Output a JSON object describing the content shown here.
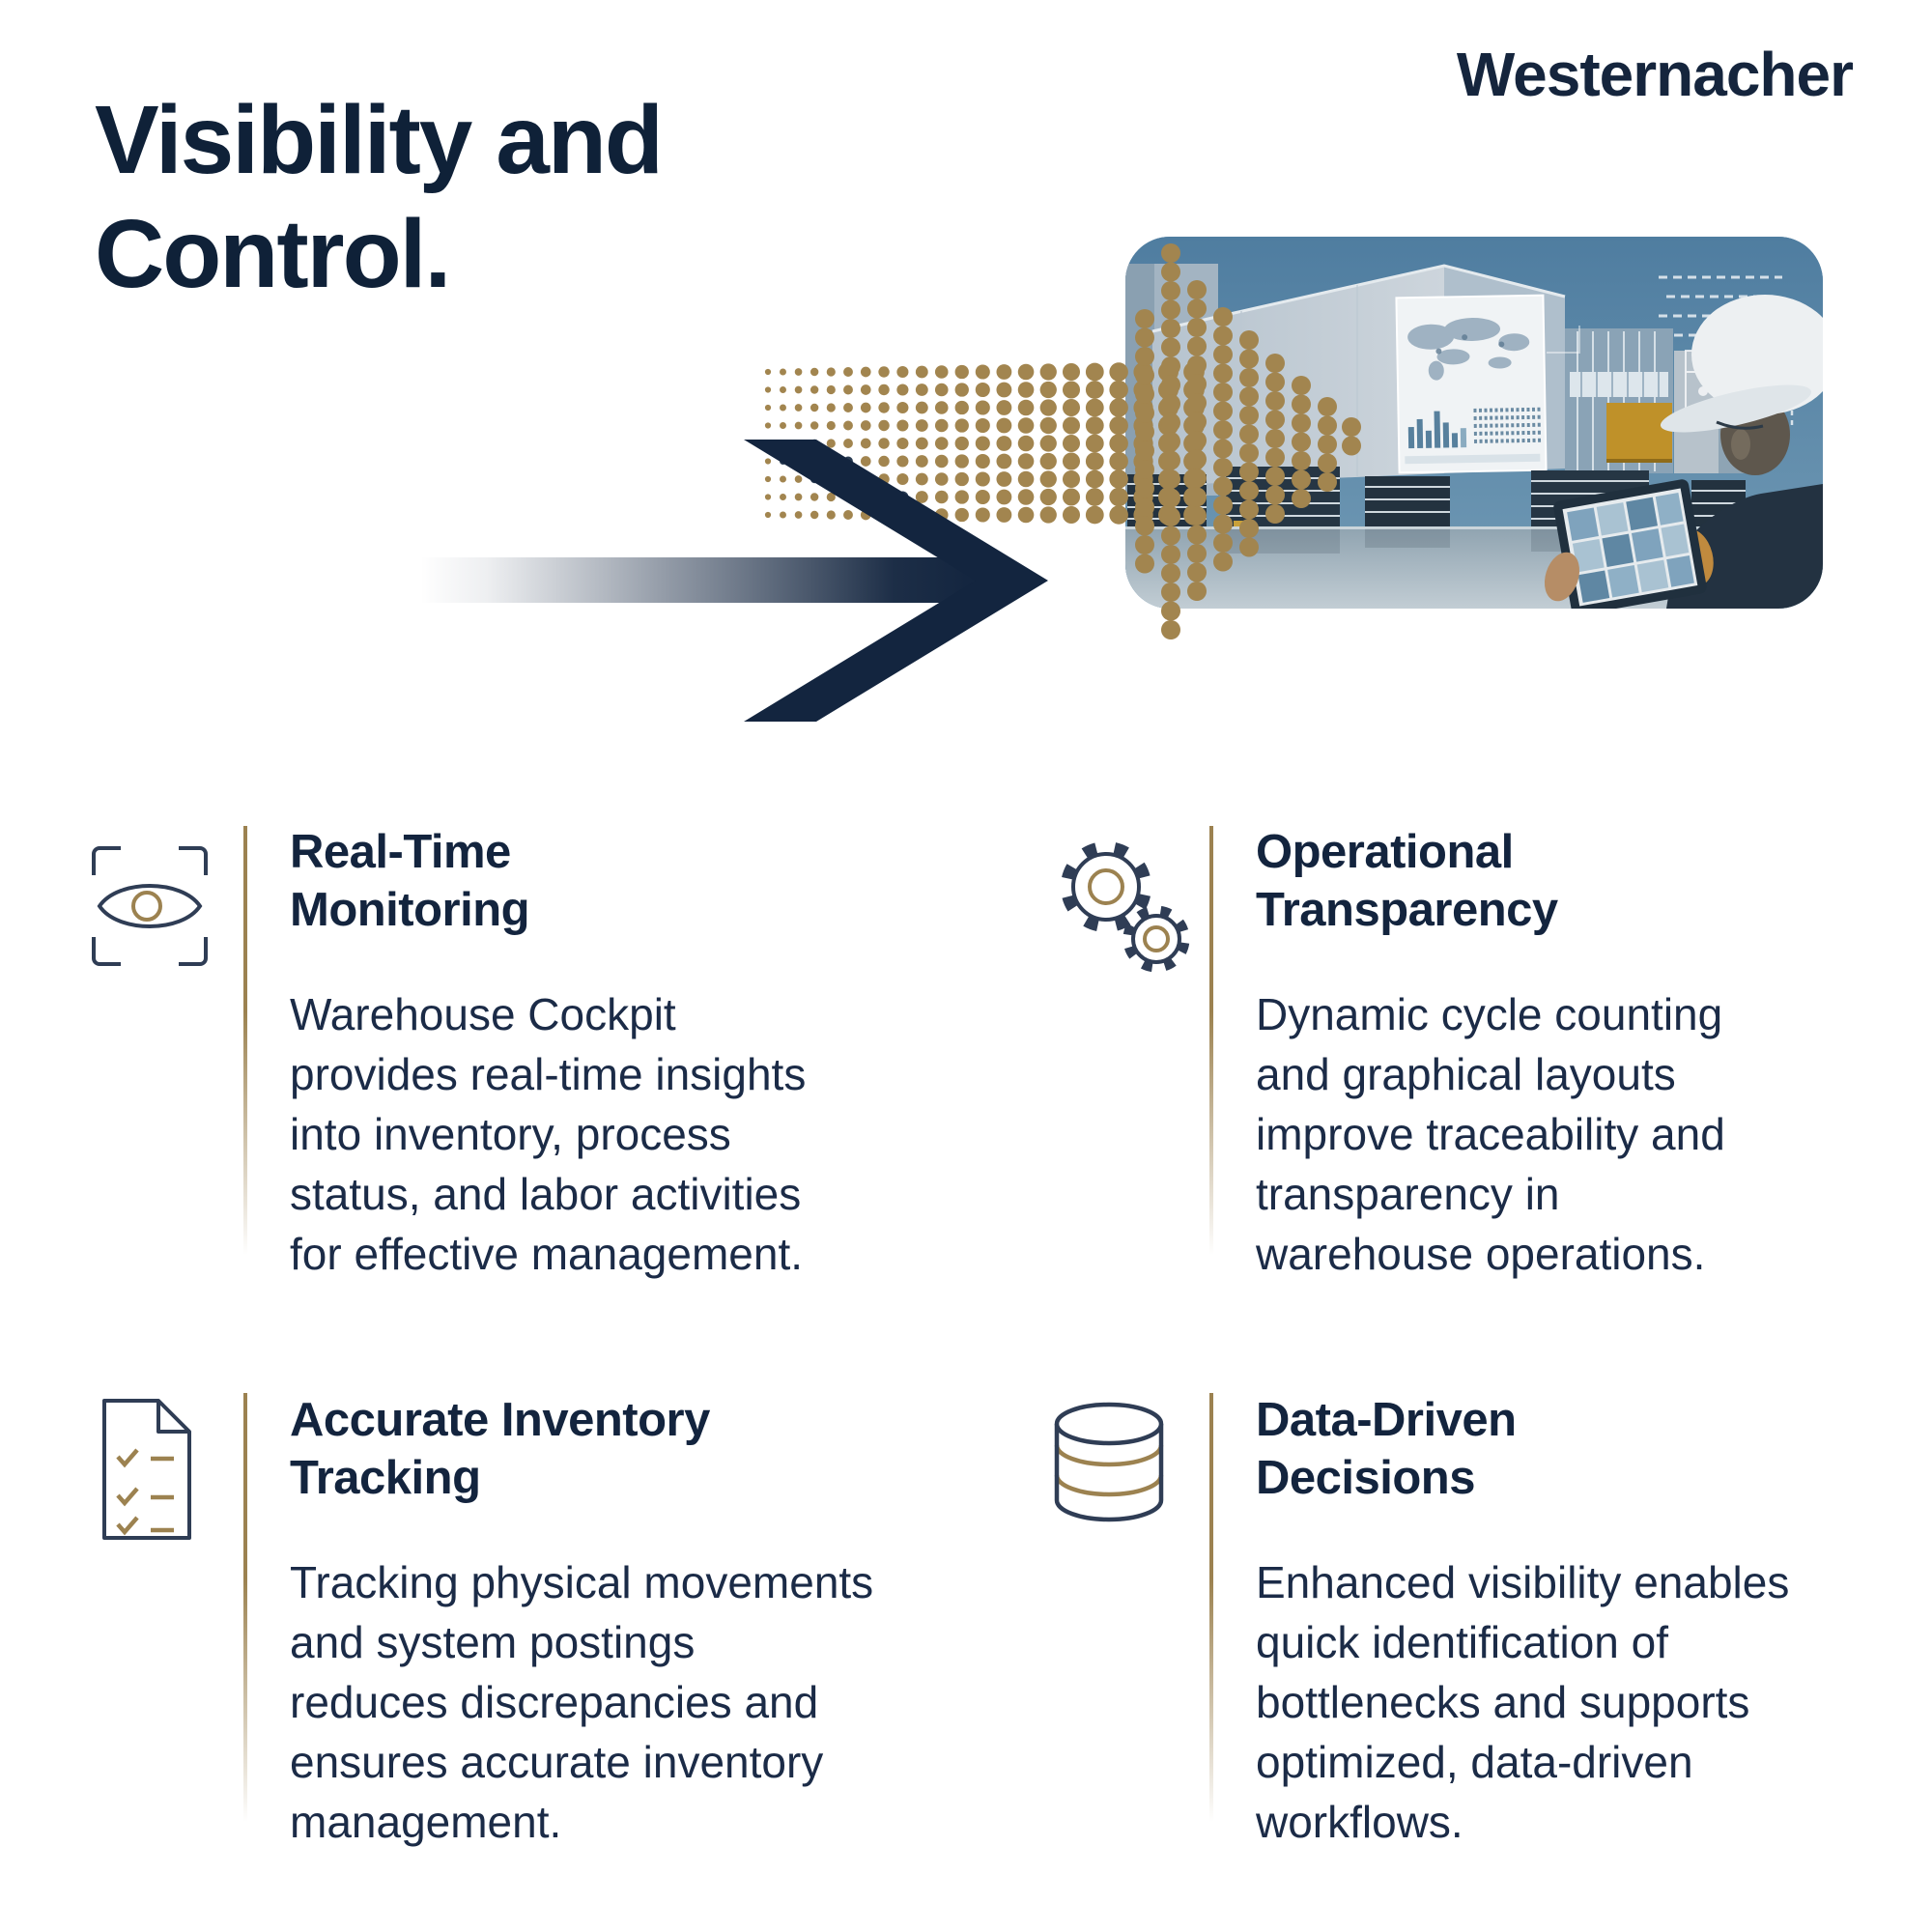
{
  "palette": {
    "navy": "#13243E",
    "body_navy": "#1B2B47",
    "gold": "#9C8250",
    "gold_dots": "#A2854F",
    "photo_sky": "#53809F",
    "photo_gold_screen": "#BF9129"
  },
  "brand": {
    "logo_text": "Westernacher"
  },
  "header": {
    "title": "Visibility and\nControl."
  },
  "features": [
    {
      "icon": "eye-scan-icon",
      "title": "Real-Time\nMonitoring",
      "body": "Warehouse Cockpit\nprovides real-time insights\ninto inventory, process\nstatus, and labor activities\nfor effective management."
    },
    {
      "icon": "gears-icon",
      "title": "Operational\nTransparency",
      "body": "Dynamic cycle counting\nand graphical layouts\nimprove traceability and\ntransparency in\nwarehouse operations."
    },
    {
      "icon": "checklist-document-icon",
      "title": "Accurate Inventory\nTracking",
      "body": "Tracking physical movements\nand system postings\nreduces discrepancies and\nensures accurate inventory\nmanagement."
    },
    {
      "icon": "database-icon",
      "title": "Data-Driven\nDecisions",
      "body": "Enhanced visibility enables\nquick identification of\nbottlenecks and supports\noptimized, data-driven\nworkflows."
    }
  ]
}
